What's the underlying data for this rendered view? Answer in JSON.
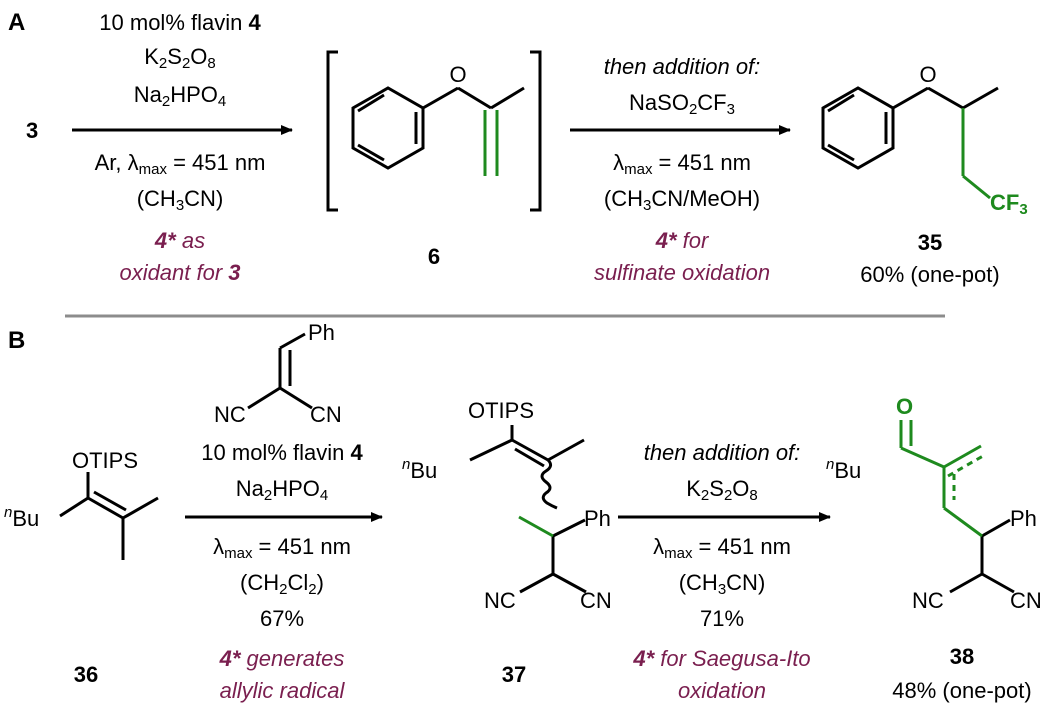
{
  "panelA": {
    "label": "A",
    "start": "3",
    "cond_line1_pre": "10 mol% flavin ",
    "cond_line1_bold": "4",
    "cond_k2s2o8": [
      "K",
      "2",
      "S",
      "2",
      "O",
      "8"
    ],
    "cond_na2hpo4": [
      "Na",
      "2",
      "HPO",
      "4"
    ],
    "cond_light_pre": "Ar, λ",
    "cond_light_sub": "max",
    "cond_light_post": " = 451 nm",
    "cond_solvent": [
      "(CH",
      "3",
      "CN)"
    ],
    "note1_bold": "4*",
    "note1_line1": " as",
    "note1_line2": "oxidant for ",
    "note1_line2_bold": "3",
    "intermediate_label": "6",
    "step2_line1": "then addition of:",
    "step2_reagent": [
      "NaSO",
      "2",
      "CF",
      "3"
    ],
    "step2_light_pre": "λ",
    "step2_light_sub": "max",
    "step2_light_post": " = 451 nm",
    "step2_solvent": [
      "(CH",
      "3",
      "CN/MeOH)"
    ],
    "note2_bold": "4*",
    "note2_line1": " for",
    "note2_line2": "sulfinate oxidation",
    "product_label": "35",
    "product_yield": "60% (one-pot)",
    "atom_O": "O",
    "atom_CF3": [
      "CF",
      "3"
    ]
  },
  "panelB": {
    "label": "B",
    "sm_label": "36",
    "sm_otips": "OTIPS",
    "sm_bu_sup": "n",
    "sm_bu": "Bu",
    "reagent_ph": "Ph",
    "reagent_nc": "NC",
    "reagent_cn": "CN",
    "cond_line1_pre": "10 mol% flavin ",
    "cond_line1_bold": "4",
    "cond_na2hpo4": [
      "Na",
      "2",
      "HPO",
      "4"
    ],
    "cond_light_pre": "λ",
    "cond_light_sub": "max",
    "cond_light_post": " = 451 nm",
    "cond_solvent": [
      "(CH",
      "2",
      "Cl",
      "2",
      ")"
    ],
    "cond_yield": "67%",
    "note1_bold": "4*",
    "note1_line1": " generates",
    "note1_line2": "allylic radical",
    "int_label": "37",
    "int_otips": "OTIPS",
    "int_bu_sup": "n",
    "int_bu": "Bu",
    "int_ph": "Ph",
    "int_nc": "NC",
    "int_cn": "CN",
    "step2_line1": "then addition of:",
    "step2_reagent": [
      "K",
      "2",
      "S",
      "2",
      "O",
      "8"
    ],
    "step2_light_pre": "λ",
    "step2_light_sub": "max",
    "step2_light_post": " = 451 nm",
    "step2_solvent": [
      "(CH",
      "3",
      "CN)"
    ],
    "step2_yield": "71%",
    "note2_bold": "4*",
    "note2_line1": " for Saegusa-Ito",
    "note2_line2": "oxidation",
    "product_label": "38",
    "product_yield": "48% (one-pot)",
    "prod_o": "O",
    "prod_bu_sup": "n",
    "prod_bu": "Bu",
    "prod_ph": "Ph",
    "prod_nc": "NC",
    "prod_cn": "CN"
  },
  "colors": {
    "highlight_green": "#1e8a1e",
    "note_purple": "#7a1f4f",
    "divider_gray": "#8c8c8c"
  }
}
